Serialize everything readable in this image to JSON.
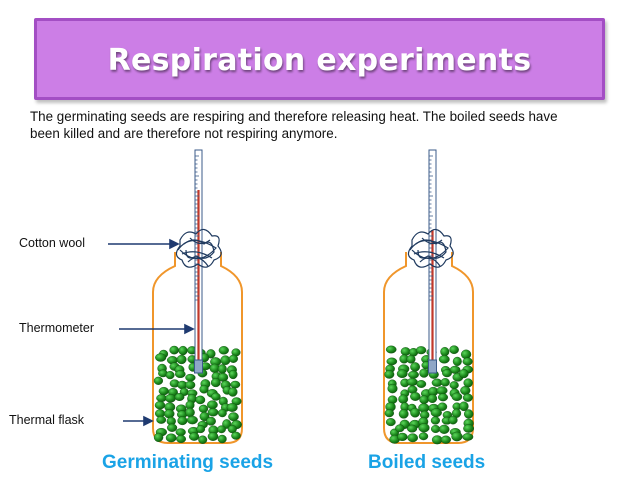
{
  "title": "Respiration experiments",
  "description": "The germinating seeds are respiring and therefore releasing heat. The boiled seeds have been killed and are therefore not respiring anymore.",
  "labels": {
    "cotton_wool": "Cotton wool",
    "thermometer": "Thermometer",
    "thermal_flask": "Thermal flask"
  },
  "flasks": {
    "germinating": {
      "label": "Germinating seeds"
    },
    "boiled": {
      "label": "Boiled seeds"
    }
  },
  "colors": {
    "title_bg": "#cc7ee6",
    "flask_outline": "#f0962b",
    "seed": "#1e8c1e",
    "label_blue": "#1aa3e6",
    "mercury": "#c0392b",
    "cotton": "#1f3a5f"
  }
}
